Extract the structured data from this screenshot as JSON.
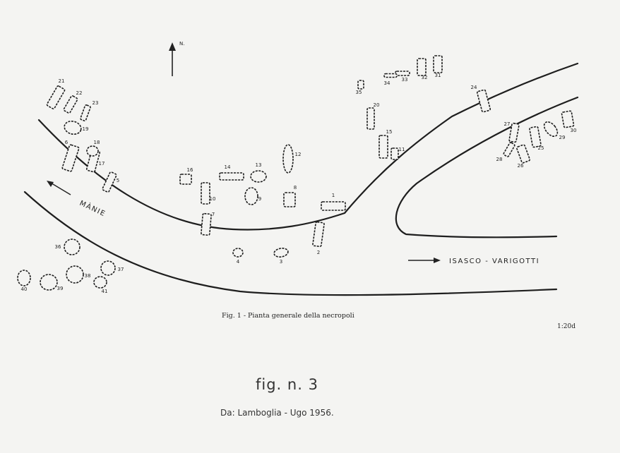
{
  "map": {
    "north_label": "N.",
    "roads": {
      "mane": "MÀNIE",
      "isasco": "ISASCO - VARIGOTTI"
    },
    "tomb_numbers": [
      "1",
      "2",
      "3",
      "4",
      "5",
      "6",
      "7",
      "8",
      "9",
      "10",
      "11",
      "12",
      "13",
      "14",
      "15",
      "16",
      "17",
      "18",
      "19",
      "20",
      "21",
      "22",
      "23",
      "24",
      "25",
      "26",
      "27",
      "28",
      "29",
      "30",
      "31",
      "32",
      "33",
      "34",
      "35",
      "36",
      "37",
      "38",
      "39",
      "40",
      "41"
    ]
  },
  "caption": {
    "figure_caption": "Fig. 1 - Pianta generale della necropoli",
    "scale": "1:20d",
    "figure_number": "fig. n. 3",
    "source": "Da: Lamboglia - Ugo 1956."
  },
  "colors": {
    "paper": "#f4f4f2",
    "ink": "#222222"
  }
}
